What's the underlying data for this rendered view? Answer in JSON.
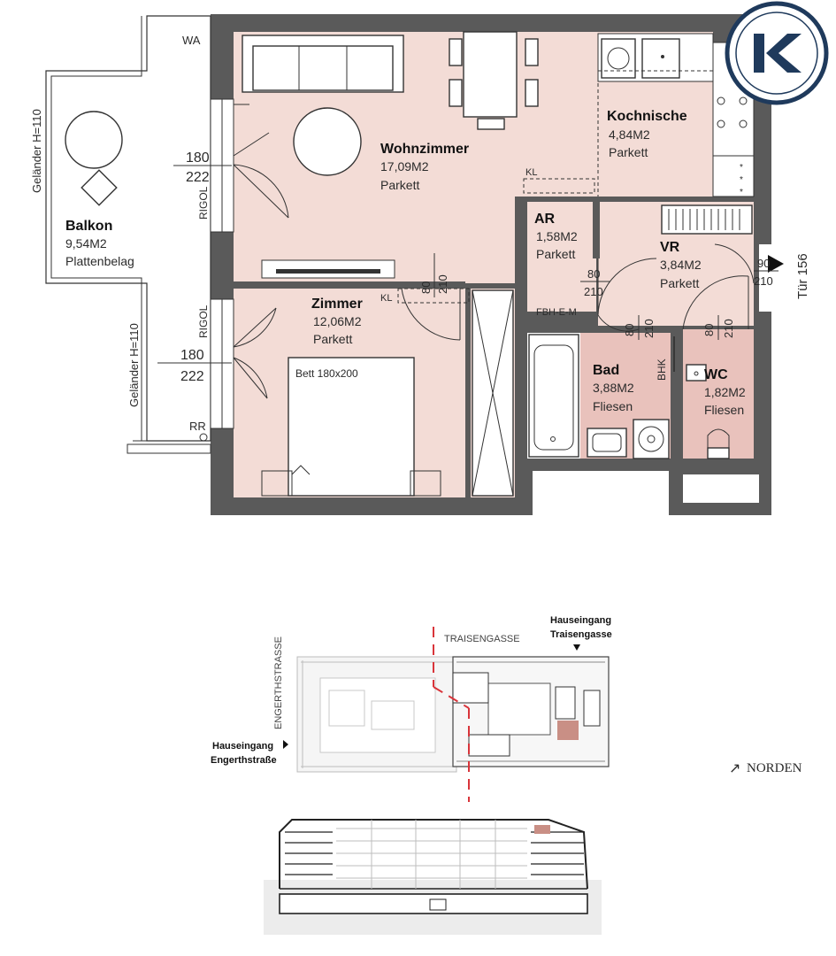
{
  "logo": {
    "letter": "K",
    "color": "#1f3a5c"
  },
  "colors": {
    "wall": "#5a5a5a",
    "room": "#f3dcd6",
    "wet_room": "#e9c2bc",
    "marker": "#d9343a",
    "highlight": "#c98f85"
  },
  "rooms": {
    "wohnzimmer": {
      "name": "Wohnzimmer",
      "area": "17,09M2",
      "floor": "Parkett"
    },
    "kochnische": {
      "name": "Kochnische",
      "area": "4,84M2",
      "floor": "Parkett"
    },
    "zimmer": {
      "name": "Zimmer",
      "area": "12,06M2",
      "floor": "Parkett"
    },
    "ar": {
      "name": "AR",
      "area": "1,58M2",
      "floor": "Parkett"
    },
    "vr": {
      "name": "VR",
      "area": "3,84M2",
      "floor": "Parkett"
    },
    "bad": {
      "name": "Bad",
      "area": "3,88M2",
      "floor": "Fliesen"
    },
    "wc": {
      "name": "WC",
      "area": "1,82M2",
      "floor": "Fliesen"
    },
    "balkon": {
      "name": "Balkon",
      "area": "9,54M2",
      "floor": "Plattenbelag"
    }
  },
  "labels": {
    "wa": "WA",
    "rr": "RR",
    "rigol_top": "RIGOL",
    "rigol_bottom": "RIGOL",
    "gelaender_top": "Geländer H=110",
    "gelaender_bottom": "Geländer H=110",
    "kl_top": "KL",
    "kl_bottom": "KL",
    "fbh": "FBH-E-M",
    "bhk": "BHK",
    "bett": "Bett 180x200",
    "tuer": "Tür 156"
  },
  "door_dims": {
    "balcony_top": {
      "w": "180",
      "h": "222"
    },
    "balcony_bottom": {
      "w": "180",
      "h": "222"
    },
    "zimmer": {
      "w": "80",
      "h": "210"
    },
    "ar": {
      "w": "80",
      "h": "210"
    },
    "bad": {
      "w": "80",
      "h": "210"
    },
    "wc": {
      "w": "80",
      "h": "210"
    },
    "entry": {
      "w": "90",
      "h": "210"
    }
  },
  "site": {
    "street_top": "TRAISENGASSE",
    "street_left": "ENGERTHSTRASSE",
    "entrance_right_line1": "Hauseingang",
    "entrance_right_line2": "Traisengasse",
    "entrance_left_line1": "Hauseingang",
    "entrance_left_line2": "Engerthstraße",
    "north": "NORDEN",
    "north_arrow": "↗"
  }
}
